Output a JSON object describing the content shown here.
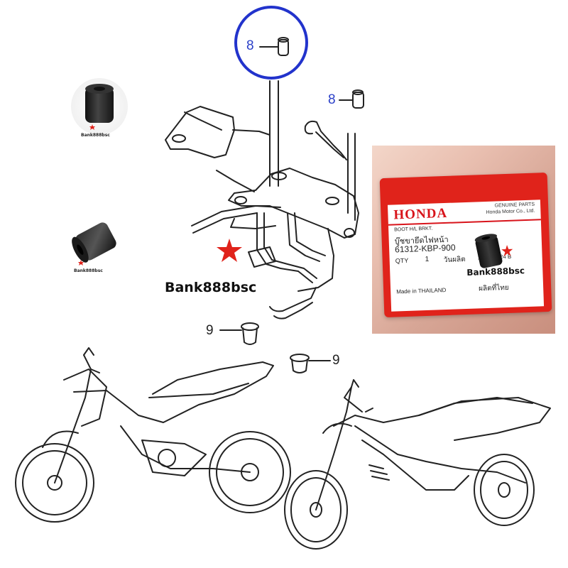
{
  "callouts": {
    "part8": "8",
    "part9": "9"
  },
  "watermark": "Bank888bsc",
  "thumbnails": [
    {
      "caption": "Bank888bsc"
    },
    {
      "caption": "Bank888bsc"
    }
  ],
  "package": {
    "brand": "HONDA",
    "genuine_line1": "GENUINE PARTS",
    "genuine_line2": "Honda Motor Co., Ltd.",
    "part_name_en": "BOOT H/L BRKT.",
    "part_name_th": "บู๊ชขายึดไฟหน้า",
    "part_number": "61312-KBP-900",
    "qty_label": "QTY",
    "qty_value": "1",
    "mfg_date_label": "วันผลิต",
    "mfg_date": "17/05/2024 B",
    "made_in": "Made in THAILAND",
    "made_in_th": "ผลิตที่ไทย",
    "watermark": "Bank888bsc"
  },
  "colors": {
    "callout_blue": "#2a3fc8",
    "star_red": "#e0231b",
    "honda_red": "#d8141b",
    "bag_red": "#e0231b"
  }
}
